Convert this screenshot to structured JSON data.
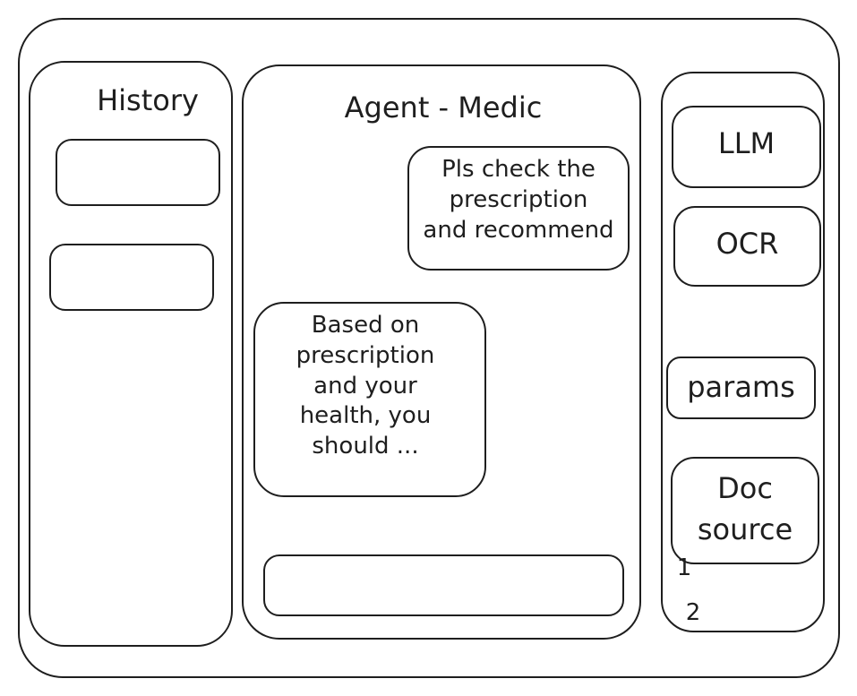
{
  "history": {
    "title": "History",
    "items": [
      "",
      ""
    ]
  },
  "chat": {
    "title": "Agent - Medic",
    "messages": [
      {
        "role": "user",
        "text": "Pls check the\nprescription\nand recommend"
      },
      {
        "role": "agent",
        "text": "Based on\nprescription\nand your\nhealth, you\nshould ..."
      }
    ],
    "input_value": ""
  },
  "settings": {
    "llm_label": "LLM",
    "ocr_label": "OCR",
    "params_label": "params",
    "doc_source_label": "Doc\nsource",
    "doc_list": [
      "1",
      "2"
    ]
  }
}
